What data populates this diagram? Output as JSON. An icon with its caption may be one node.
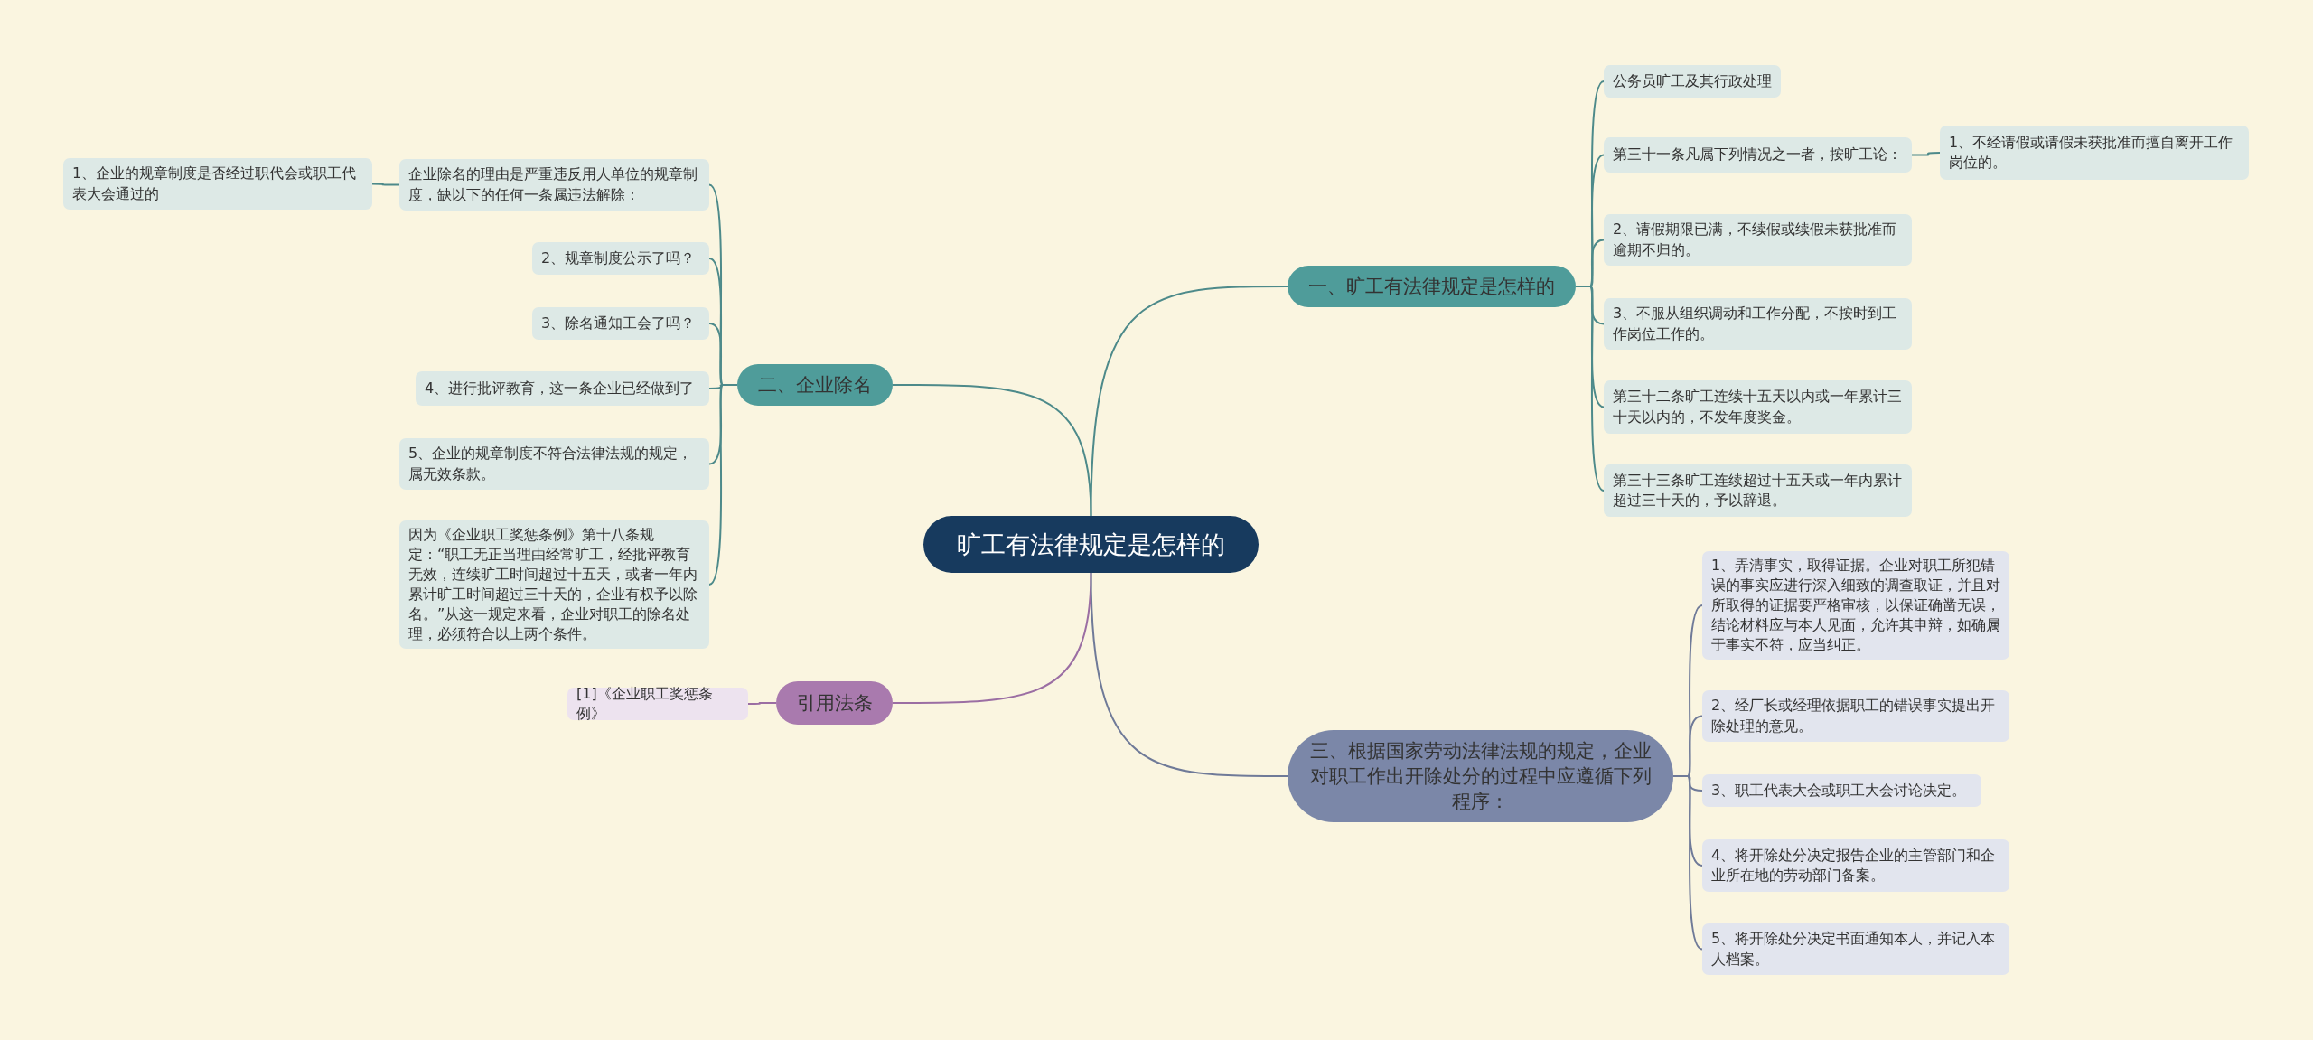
{
  "diagram": {
    "nodes": [
      {
        "text": [
          "旷工有法律规定是怎样的"
        ]
      },
      {
        "text": [
          "一、旷工有法律规定是怎样的"
        ]
      },
      {
        "text": [
          "公务员旷工及其行政处理"
        ]
      },
      {
        "text": [
          "第三十一条凡属下列情况之一者，按旷工论："
        ]
      },
      {
        "text": [
          "1、不经请假或请假未获批准而擅自离开工作岗位的。"
        ]
      },
      {
        "text": [
          "2、请假期限已满，不续假或续假未获批准而逾期不归的。"
        ]
      },
      {
        "text": [
          "3、不服从组织调动和工作分配，不按时到工作岗位工作的。"
        ]
      },
      {
        "text": [
          "第三十二条旷工连续十五天以内或一年累计三十天以内的，不发年度奖金。"
        ]
      },
      {
        "text": [
          "第三十三条旷工连续超过十五天或一年内累计超过三十天的，予以辞退。"
        ]
      },
      {
        "text": [
          "二、企业除名"
        ]
      },
      {
        "text": [
          "企业除名的理由是严重违反用人单位的规章制度，缺以下的任何一条属违法解除："
        ]
      },
      {
        "text": [
          "1、企业的规章制度是否经过职代会或职工代表大会通过的"
        ]
      },
      {
        "text": [
          "2、规章制度公示了吗？"
        ]
      },
      {
        "text": [
          "3、除名通知工会了吗？"
        ]
      },
      {
        "text": [
          "4、进行批评教育，这一条企业已经做到了"
        ]
      },
      {
        "text": [
          "5、企业的规章制度不符合法律法规的规定，属无效条款。"
        ]
      },
      {
        "text": [
          "因为《企业职工奖惩条例》第十八条规定：“职工无正当理由经常旷工，经批评教育无效，连续旷工时间超过十五天，或者一年内累计旷工时间超过三十天的，企业有权予以除名。”从这一规定来看，企业对职工的除名处理，必须符合以上两个条件。"
        ]
      },
      {
        "text": [
          "引用法条"
        ]
      },
      {
        "text": [
          "[1]《企业职工奖惩条例》"
        ]
      },
      {
        "text": [
          "三、根据国家劳动法律法规的规定，企业对职工作出开除处分的过程中应遵循下列程序："
        ]
      },
      {
        "text": [
          "1、弄清事实，取得证据。企业对职工所犯错误的事实应进行深入细致的调查取证，并且对所取得的证据要严格审核，以保证确凿无误，结论材料应与本人见面，允许其申辩，如确属于事实不符，应当纠正。"
        ]
      },
      {
        "text": [
          "2、经厂长或经理依据职工的错误事实提出开除处理的意见。"
        ]
      },
      {
        "text": [
          "3、职工代表大会或职工大会讨论决定。"
        ]
      },
      {
        "text": [
          "4、将开除处分决定报告企业的主管部门和企业所在地的劳动部门备案。"
        ]
      },
      {
        "text": [
          "5、将开除处分决定书面通知本人，并记入本人档案。"
        ]
      }
    ],
    "edges": [
      {
        "from": 0,
        "to": 1,
        "arrow": "none"
      },
      {
        "from": 1,
        "to": 2,
        "arrow": "none"
      },
      {
        "from": 1,
        "to": 3,
        "arrow": "none"
      },
      {
        "from": 3,
        "to": 4,
        "arrow": "none"
      },
      {
        "from": 1,
        "to": 5,
        "arrow": "none"
      },
      {
        "from": 1,
        "to": 6,
        "arrow": "none"
      },
      {
        "from": 1,
        "to": 7,
        "arrow": "none"
      },
      {
        "from": 1,
        "to": 8,
        "arrow": "none"
      },
      {
        "from": 0,
        "to": 9,
        "arrow": "none"
      },
      {
        "from": 9,
        "to": 10,
        "arrow": "none"
      },
      {
        "from": 10,
        "to": 11,
        "arrow": "none"
      },
      {
        "from": 9,
        "to": 12,
        "arrow": "none"
      },
      {
        "from": 9,
        "to": 13,
        "arrow": "none"
      },
      {
        "from": 9,
        "to": 14,
        "arrow": "none"
      },
      {
        "from": 9,
        "to": 15,
        "arrow": "none"
      },
      {
        "from": 9,
        "to": 16,
        "arrow": "none"
      },
      {
        "from": 0,
        "to": 17,
        "arrow": "none",
        "color": "#9b6ea3"
      },
      {
        "from": 17,
        "to": 18,
        "arrow": "none",
        "color": "#9b6ea3"
      },
      {
        "from": 0,
        "to": 19,
        "arrow": "none",
        "color": "#6f7a98"
      },
      {
        "from": 19,
        "to": 20,
        "arrow": "none",
        "color": "#6f7a98"
      },
      {
        "from": 19,
        "to": 21,
        "arrow": "none",
        "color": "#6f7a98"
      },
      {
        "from": 19,
        "to": 22,
        "arrow": "none",
        "color": "#6f7a98"
      },
      {
        "from": 19,
        "to": 23,
        "arrow": "none",
        "color": "#6f7a98"
      },
      {
        "from": 19,
        "to": 24,
        "arrow": "none",
        "color": "#6f7a98"
      }
    ]
  }
}
